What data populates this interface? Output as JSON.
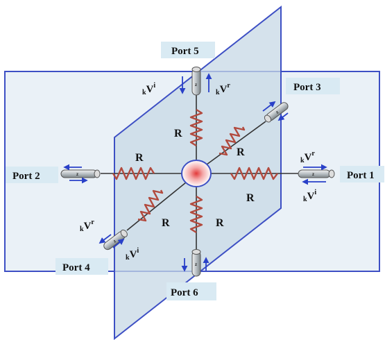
{
  "ports": {
    "p1": "Port 1",
    "p2": "Port 2",
    "p3": "Port 3",
    "p4": "Port 4",
    "p5": "Port 5",
    "p6": "Port 6"
  },
  "resistor_label": "R",
  "stub_label": "z",
  "voltage": {
    "prefix": "k",
    "symbol": "V",
    "incident": "i",
    "reflected": "r"
  },
  "colors": {
    "plane_fill": "#d7e4ef",
    "plane_edge": "#3d4fc4",
    "label_bg": "#d9eaf3",
    "resistor": "#b24a3e",
    "arrow": "#2940c8",
    "node_center": "#e23a3a"
  }
}
